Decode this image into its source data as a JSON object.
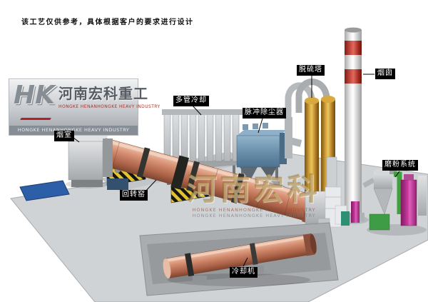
{
  "disclaimer": "该工艺仅供参考，具体根据客户的要求进行设计",
  "logo": {
    "monogram": "HK",
    "company_cn": "河南宏科重工",
    "company_en": "HONGKE HENANHONGKE HEAVY INDUSTRY"
  },
  "watermark": {
    "cn": "河南宏科",
    "en": "HONGKE HENANHONGKE HEAVY INDUSTRY"
  },
  "equipment_labels": {
    "smoke_chamber": "烟室",
    "rotary_kiln": "回转窑",
    "multi_tube_cooler": "多管冷却",
    "pulse_dust_collector": "脉冲除尘器",
    "desulfurization_tower": "脱硫塔",
    "chimney": "烟囱",
    "grinding_system": "磨粉系统",
    "cooling_machine": "冷却机"
  },
  "colors": {
    "kiln": "#cf8a70",
    "dust_collector": "#6c92b0",
    "desulfurization_tower": "#c08a2e",
    "chimney_band": "#c23b2e",
    "ground": "#d0d3d5",
    "label_bg": "#000000",
    "label_text": "#ffffff",
    "watermark": "#af8c46"
  }
}
